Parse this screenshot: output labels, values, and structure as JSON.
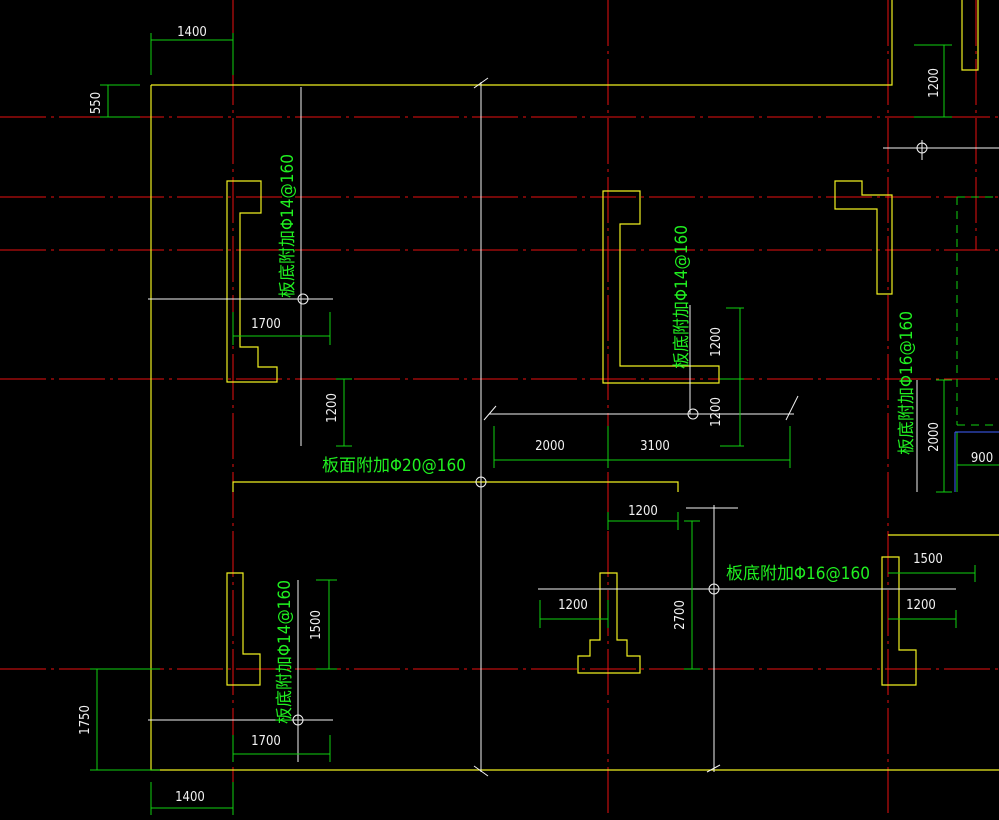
{
  "colors": {
    "background": "#000000",
    "axis_line": "#e81010",
    "wall_outline": "#f0f020",
    "dimension_line": "#10d010",
    "rebar_line": "#f2f2f2",
    "dimension_text": "#f2f2f2",
    "annotation_text": "#20f020",
    "blue_line": "#4060ff"
  },
  "annotations": {
    "top_surface_d20": "板面附加Φ20@160",
    "bottom_d14_upper_left": "板底附加Φ14@160",
    "bottom_d14_center": "板底附加Φ14@160",
    "bottom_d14_lower_left": "板底附加Φ14@160",
    "bottom_d16_right": "板底附加Φ16@160",
    "bottom_d16_lower": "板底附加Φ16@160"
  },
  "dimensions": {
    "top_left_width": "1400",
    "top_left_height": "550",
    "upper_left_rebar_length": "1700",
    "upper_left_vertical": "1200",
    "top_right_vertical": "1200",
    "center_vertical_upper": "1200",
    "center_vertical_lower": "1200",
    "center_horizontal_left": "2000",
    "center_horizontal_right": "3100",
    "right_vertical": "2000",
    "right_width": "900",
    "mid_bottom_width": "1200",
    "lower_left_vertical": "1500",
    "lower_left_rebar_length": "1700",
    "bottom_left_height": "1750",
    "bottom_left_width": "1400",
    "lower_center_left": "1200",
    "lower_center_vertical": "2700",
    "lower_right_upper": "1500",
    "lower_right_lower": "1200"
  }
}
